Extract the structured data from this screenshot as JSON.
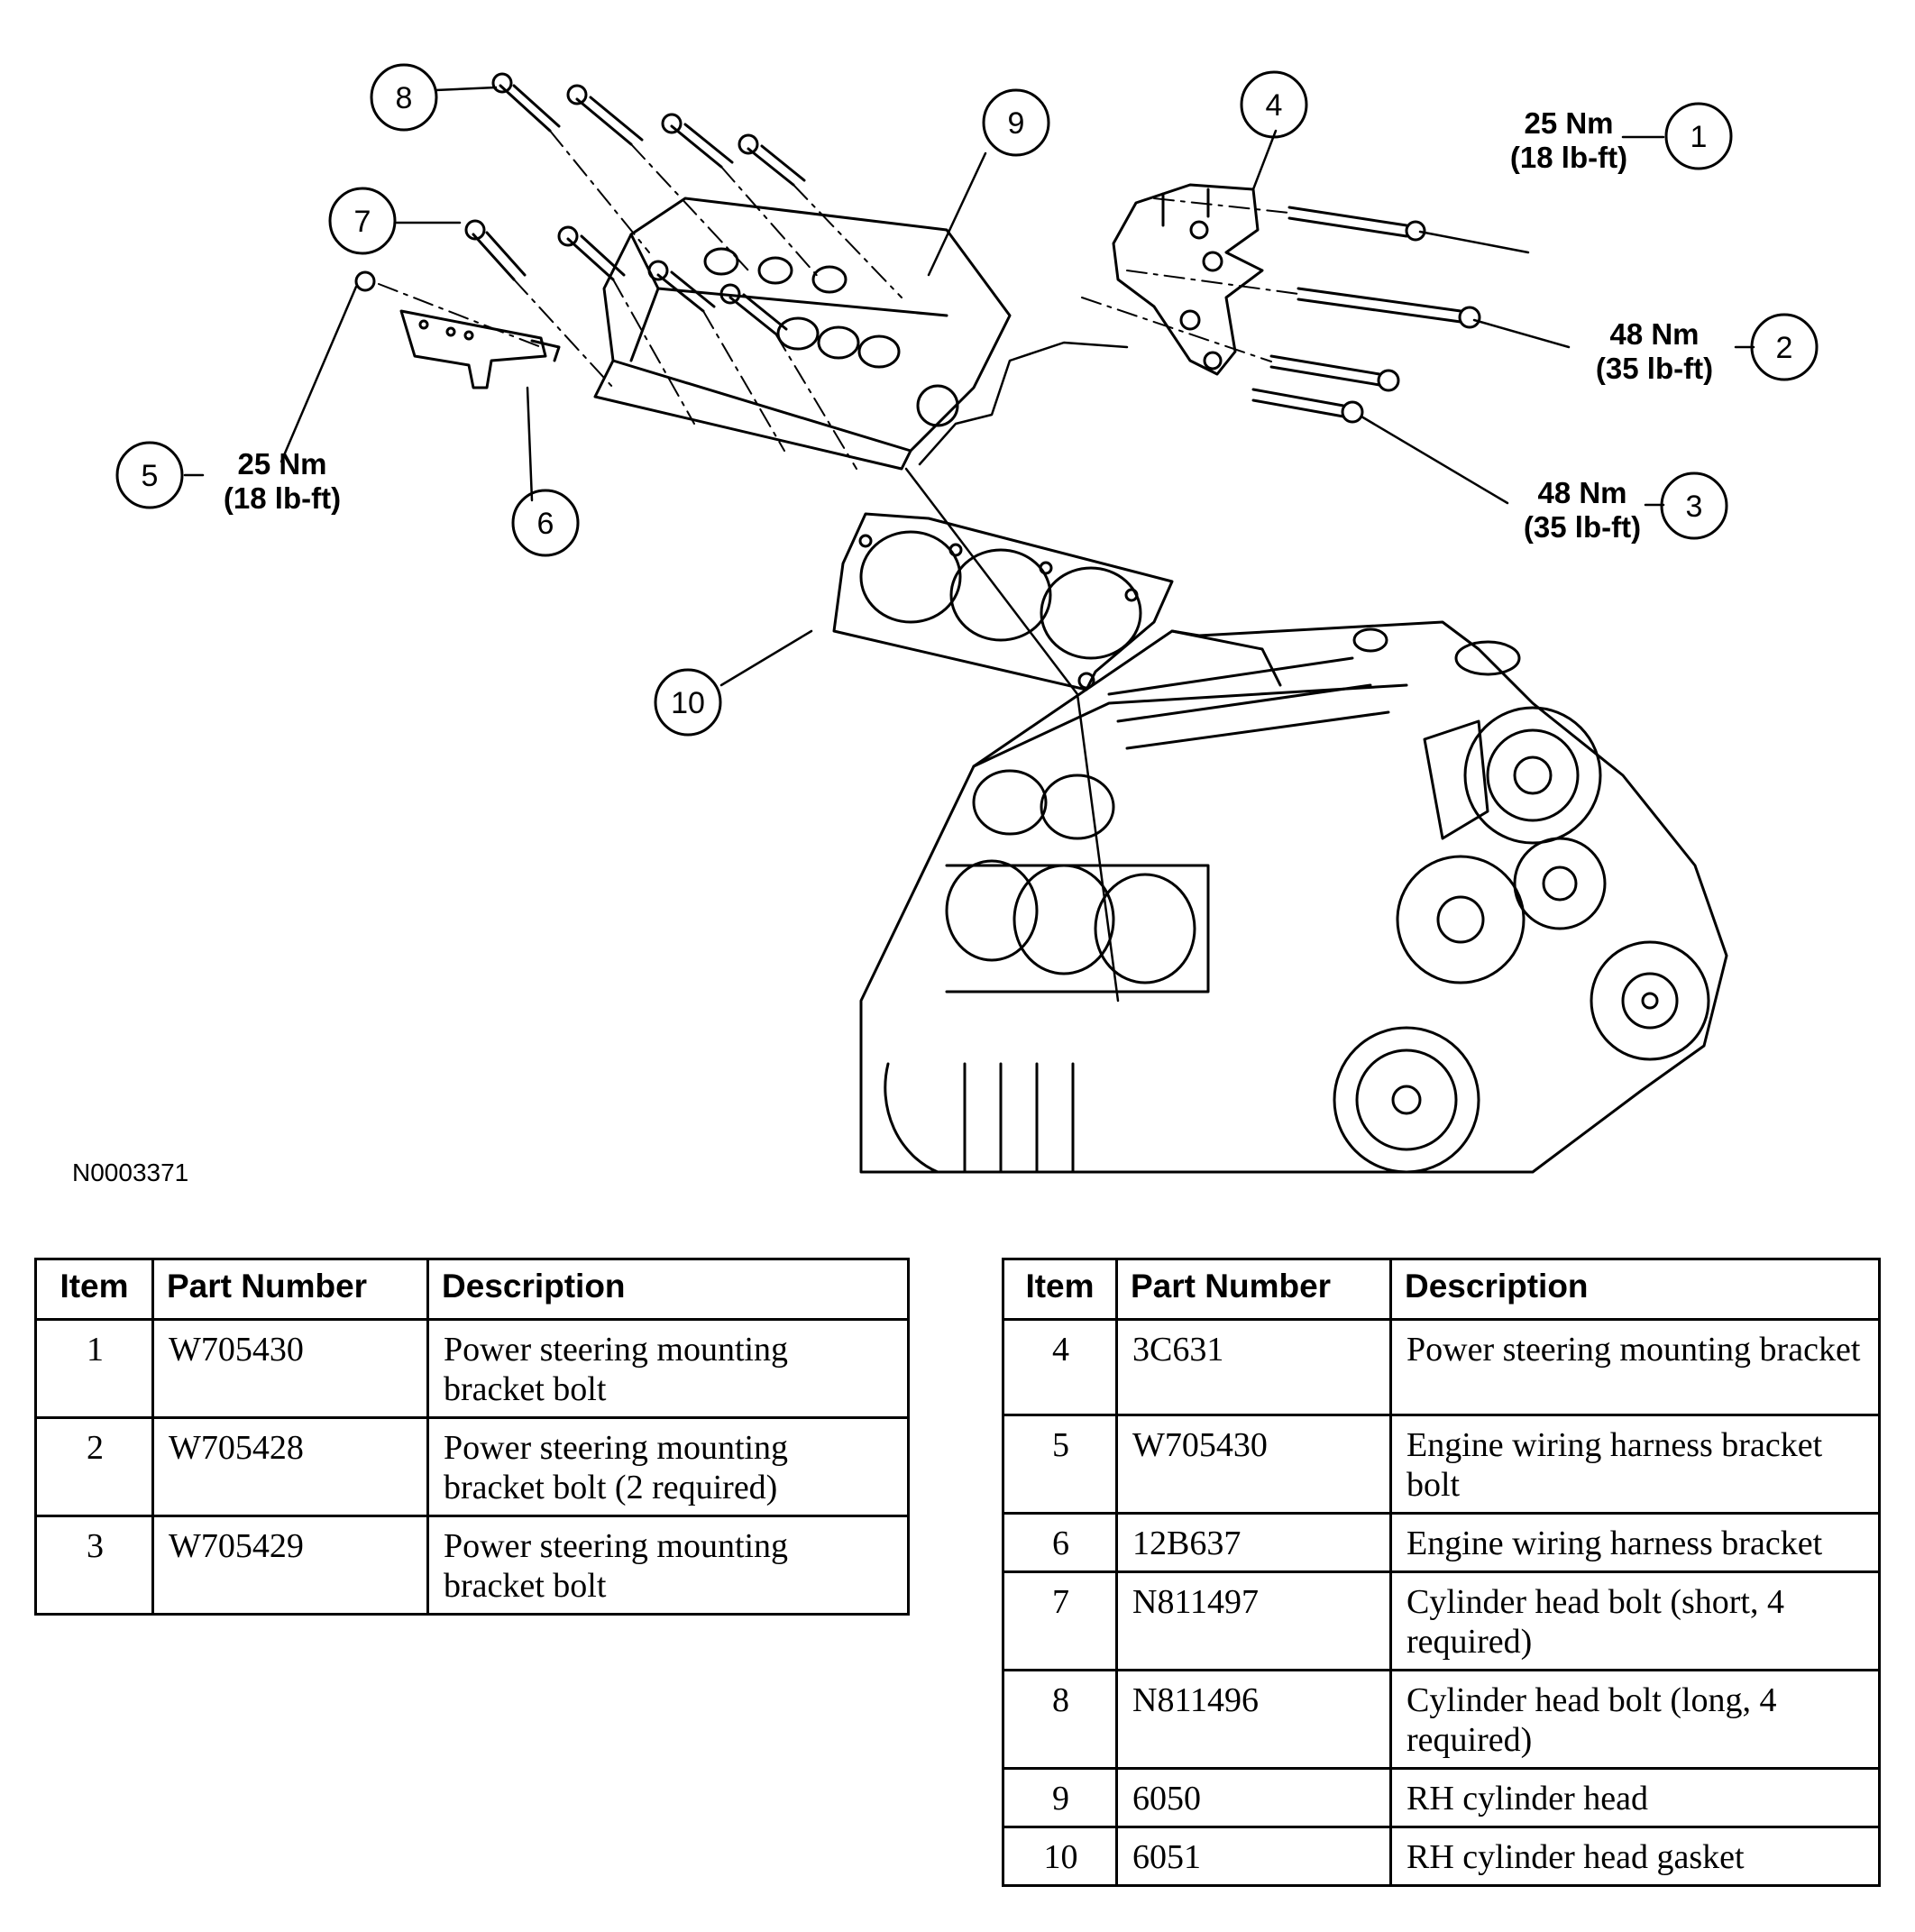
{
  "figure": {
    "id": "N0003371"
  },
  "callouts": [
    {
      "num": "1",
      "torque_nm": "25 Nm",
      "torque_lbft": "(18 lb-ft)"
    },
    {
      "num": "2",
      "torque_nm": "48 Nm",
      "torque_lbft": "(35 lb-ft)"
    },
    {
      "num": "3",
      "torque_nm": "48 Nm",
      "torque_lbft": "(35 lb-ft)"
    },
    {
      "num": "4"
    },
    {
      "num": "5",
      "torque_nm": "25 Nm",
      "torque_lbft": "(18 lb-ft)"
    },
    {
      "num": "6"
    },
    {
      "num": "7"
    },
    {
      "num": "8"
    },
    {
      "num": "9"
    },
    {
      "num": "10"
    }
  ],
  "tables": [
    {
      "headers": [
        "Item",
        "Part Number",
        "Description"
      ],
      "rows": [
        {
          "item": "1",
          "part": "W705430",
          "desc": "Power steering mounting bracket bolt"
        },
        {
          "item": "2",
          "part": "W705428",
          "desc": "Power steering mounting bracket bolt (2 required)"
        },
        {
          "item": "3",
          "part": "W705429",
          "desc": "Power steering mounting bracket bolt"
        }
      ]
    },
    {
      "headers": [
        "Item",
        "Part Number",
        "Description"
      ],
      "rows": [
        {
          "item": "4",
          "part": "3C631",
          "desc": "Power steering mounting bracket"
        },
        {
          "item": "5",
          "part": "W705430",
          "desc": "Engine wiring harness bracket bolt"
        },
        {
          "item": "6",
          "part": "12B637",
          "desc": "Engine wiring harness bracket"
        },
        {
          "item": "7",
          "part": "N811497",
          "desc": "Cylinder head bolt (short, 4 required)"
        },
        {
          "item": "8",
          "part": "N811496",
          "desc": "Cylinder head bolt (long, 4 required)"
        },
        {
          "item": "9",
          "part": "6050",
          "desc": "RH cylinder head"
        },
        {
          "item": "10",
          "part": "6051",
          "desc": "RH cylinder head gasket"
        }
      ]
    }
  ]
}
